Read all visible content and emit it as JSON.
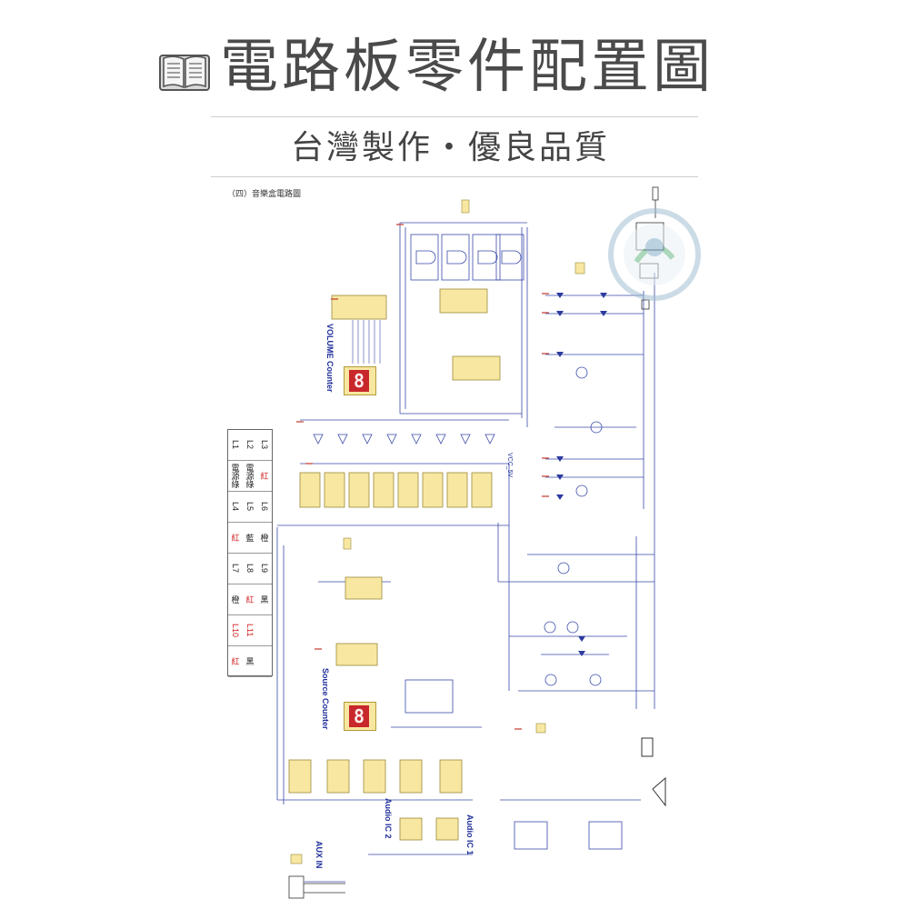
{
  "header": {
    "title": "電路板零件配置圖",
    "subtitle": "台灣製作・優良品質"
  },
  "schematic": {
    "heading": "（四）音樂盒電路圖",
    "labels": {
      "volume_counter": "VOLUME Counter",
      "source_counter": "Source Counter",
      "audio_ic1": "Audio IC 1",
      "audio_ic2": "Audio IC 2",
      "aux_in": "AUX IN",
      "vcc_5v": "VCC_5V",
      "seg_digit": "8"
    },
    "led_table": [
      [
        "L1",
        "L2",
        "L3"
      ],
      [
        "電源綠",
        "電源綠",
        "紅"
      ],
      [
        "L4",
        "L5",
        "L6"
      ],
      [
        "紅",
        "藍",
        "橙"
      ],
      [
        "L7",
        "L8",
        "L9"
      ],
      [
        "橙",
        "紅",
        "黑"
      ],
      [
        "L10",
        "L11",
        ""
      ],
      [
        "紅",
        "黑",
        ""
      ]
    ]
  },
  "colors": {
    "title_gray": "#4a4a4a",
    "ic_fill": "#f7e7a1",
    "wire": "#3a4aa8",
    "segment_red": "#c8282b"
  }
}
